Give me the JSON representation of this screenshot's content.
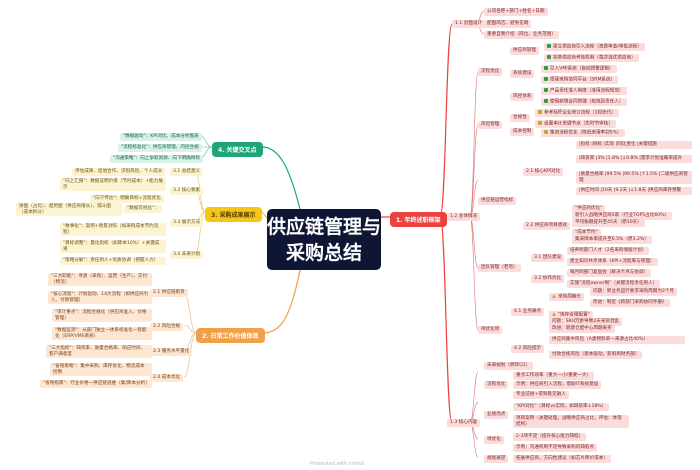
{
  "center": {
    "title": "供应链管理与采购总结"
  },
  "branches": {
    "b1": {
      "label": "1. 年终述职框架",
      "color": "#e9433f"
    },
    "b2": {
      "label": "2. 日常工作价值体现",
      "color": "#f0a04b"
    },
    "b3": {
      "label": "3. 采购成果展示",
      "color": "#f5c518"
    },
    "b4": {
      "label": "4. 关键交叉点",
      "color": "#1ea679"
    }
  },
  "b1": {
    "s11": {
      "label": "1.1 封面设计",
      "items": [
        "公司名称+部门+姓名+日期",
        "配图简洁、避免花哨",
        "重要自我介绍（岗位、业务范围）"
      ]
    },
    "s12": {
      "label": "1.2 总体情况",
      "flow": {
        "label": "流程优化",
        "supplier": {
          "label": "供应商管理",
          "items": [
            "建立供应商引入流程（资质审查/审批流程）",
            "完善供应商考核机制（每次选优供应商）"
          ]
        },
        "system": {
          "label": "系统建设",
          "items": [
            "引入VMI系统（自动预警逻辑）",
            "搭建采购协同平台（SRM系统）"
          ]
        },
        "risk": {
          "label": "风控体系",
          "items": [
            "产品责任准入制度（准用流程规范）",
            "使用新增合同管理（规范到责任人）"
          ]
        }
      },
      "risk_mgmt": {
        "label": "风险管理",
        "compliance": {
          "label": "合规性",
          "items": [
            "参考标杆企业修订流程（3段迭代）",
            "设置审计关键节点（实时节审核）"
          ]
        },
        "cost": {
          "label": "成本控制",
          "items": [
            "集资流程优化（降低采用率到5%）"
          ]
        }
      },
      "kpi": {
        "label": "供应链运营指标",
        "s21": {
          "label": "2.1 核心KPI对比",
          "rows": [
            "|指标 |目标 |实际 |同比变化 |关键措施",
            "|缺货率 |3% |1.8% |↓0.8% |需求计划准确率提升",
            "|质量合格率 |99.5% |99.5% |↑1.5% |二级供应商管理",
            "|供应时间 |10天 |9.2天 |↓1.8天 |供应商库存预警"
          ]
        },
        "s22": {
          "label": "2.2 供应商项目绩效",
          "items": [
            "\"供应商优化\"",
            "新引入战略供应商5家（行业TOP5占比60%）",
            "平均账期提升至45天（原30天）",
            "\"成本节约\"",
            "集采降本率提升至6.5%（原3.2%）"
          ]
        }
      },
      "team": {
        "label": "团队管理（若有）",
        "s31": {
          "label": "3.1 团队建设",
          "items": [
            "培养跨部门人才（2名采购储备计划）",
            "建立知识共享体系（KPI+流程库与管理）"
          ]
        },
        "s32": {
          "label": "3.2 协作优化",
          "items": [
            "每月跨部门复盘会（解决卡点与协调）",
            "实施\"流程owner制\"（关键流程责任到人）"
          ]
        }
      },
      "improve": {
        "label": "待优化项",
        "s41": {
          "label": "4.1 业务痛点",
          "items": [
            "采购周期长",
            "问题：新业务运行要求采购周期为3个月",
            "改进：制定《跨部门采购协同手册》",
            "\"库存合理配置\"",
            "问题：SKU冗余导致2天采货混乱",
            "改进：新建仓配中心周期采买"
          ]
        },
        "s42": {
          "label": "4.2 风险提示",
          "items": [
            "供应商集中风险（A类物料单一来源占比40%）",
            "付款合规风险（基本驱动，影响到财务部）"
          ]
        },
        "s43": {
          "label": "未来规划（明年Q1）"
        }
      }
    },
    "s13": {
      "label": "1.3 核心内容",
      "flow": {
        "label": "流程优化",
        "items": [
          "重点工作效率（重大一小/重要一大）",
          "示例：供应商引入流程，借助IT系统建设",
          "专业前进+得到看见融入"
        ]
      },
      "perf": {
        "label": "业绩亮点",
        "items": [
          "\"KPI对比\"（目标vs实际，如缺货率↓18%）",
          "项目案例（关键处理，战略供应商占比，评估：体现结构）"
        ]
      },
      "todo": {
        "label": "待优化",
        "items": [
          "2-3项不足（提升核心能力缺陷）",
          "示例：沟通机制不足导致采购的缺陷点"
        ]
      },
      "plan": {
        "label": "规划展望",
        "items": [
          "拓展供应商，方向性建议（如芯片降价或本）"
        ]
      }
    }
  },
  "b2": {
    "s21": {
      "label": "2.1 供应链职责",
      "items": [
        "\"三大职能\"：寻源（采购）、运营（生产）、交付（物流）",
        "\"核心流程\"：计划驱动、14大流程（如供应商引入、付款管理）"
      ]
    },
    "s22": {
      "label": "2.2 风险合规",
      "items": [
        "\"审计重点\"：流程合规化（供应商准入、价格管理）",
        "\"数据监测\"：从部门独立一体系标准化一智能化（ERP/VMS系统）"
      ]
    },
    "s23": {
      "label": "2.3 服务水平量化",
      "items": [
        "\"三大指标\"：缺货率、质量合格率、响应时间、客户满意度"
      ]
    },
    "s24": {
      "label": "2.4 成本优化",
      "items": [
        "\"省钱策略\"：集中采购、库存优化、物流成本控制",
        "\"省钱指南\"：行业价格一供应链思维（集/降本分析）"
      ]
    }
  },
  "b3": {
    "s31": {
      "label": "3.1 总结意义",
      "items": [
        "评估成果、促进合作、识别风险、个人成长"
      ]
    },
    "s32": {
      "label": "3.2 核心要素",
      "items": [
        "\"向上汇报\"：数据证明价值（节约成本）+能力展示",
        "\"向下传达\"：明确目标+流程优化"
      ]
    },
    "s33": {
      "label": "3.3 展示方法",
      "items": [
        "\"数据可视化\"：",
        "饼图（占比）、趋势图（供应商增长）、漏斗图（成本拆分）",
        "\"故事化\"：案例+情景对照（如采购成本节约流程）"
      ]
    },
    "s34": {
      "label": "3.4 未来计划",
      "items": [
        "\"目标调整\"：量化指标（如降本10%）+关键成果",
        "\"策略分解\"：责任到人+优质协调（把握人力）"
      ]
    }
  },
  "b4": {
    "items": [
      "\"数据驱动\"：KPI对比、成本分析图表",
      "\"流程标准化\"：供应商管理、内控合规",
      "\"沟通策略\"：向上争取资源、向下明确目标"
    ]
  },
  "footer": {
    "text": "Presented with xmind"
  }
}
